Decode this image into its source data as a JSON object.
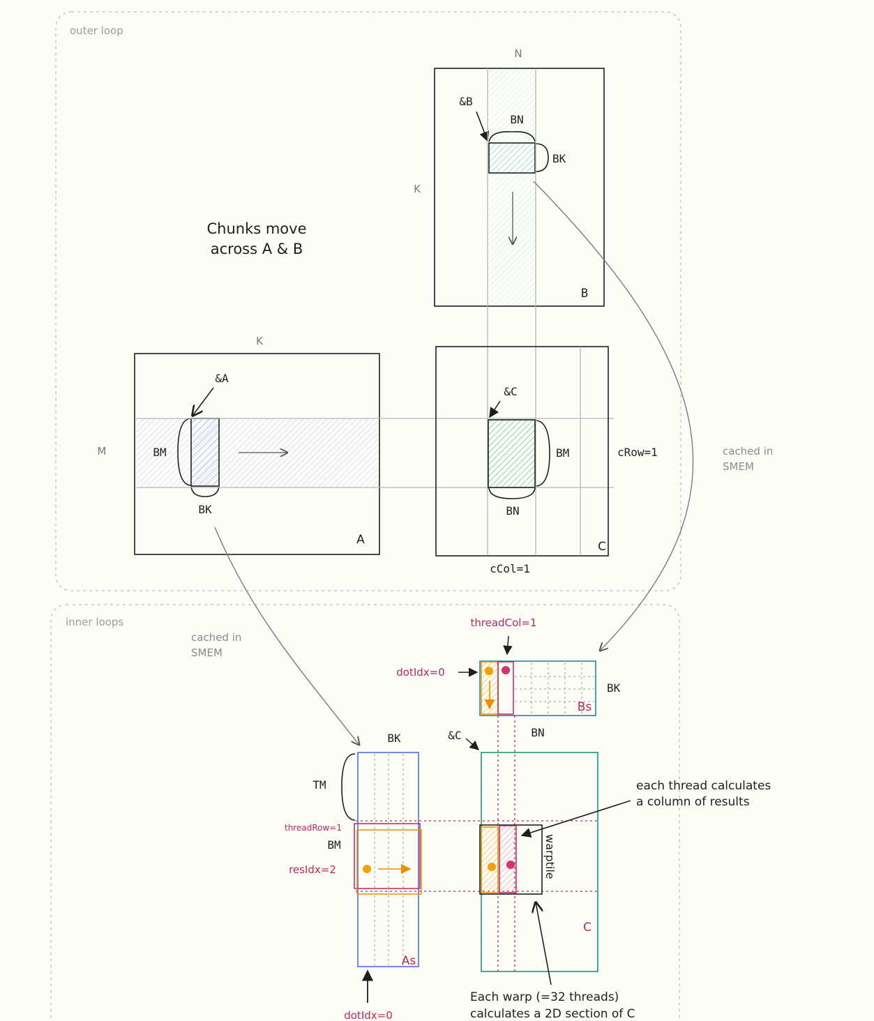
{
  "sections": {
    "outer_label": "outer loop",
    "inner_label": "inner loops"
  },
  "outer": {
    "caption_line1": "Chunks move",
    "caption_line2": "across A & B",
    "matrix_b": {
      "name": "B",
      "top_dim": "N",
      "side_dim": "K",
      "pointer": "&B",
      "tile_width": "BN",
      "tile_height": "BK"
    },
    "matrix_a": {
      "name": "A",
      "top_dim": "K",
      "side_dim": "M",
      "pointer": "&A",
      "tile_height": "BM",
      "tile_width": "BK"
    },
    "matrix_c": {
      "name": "C",
      "pointer": "&C",
      "tile_height": "BM",
      "tile_width": "BN",
      "row_label": "cRow=1",
      "col_label": "cCol=1"
    },
    "cache_b": [
      "cached in",
      "SMEM"
    ],
    "cache_a": [
      "cached in",
      "SMEM"
    ]
  },
  "inner": {
    "bs": {
      "name": "Bs",
      "height_label": "BK",
      "thread_col": "threadCol=1",
      "dot_idx": "dotIdx=0",
      "width_label": "BN"
    },
    "as": {
      "name": "As",
      "width_label": "BK",
      "tm_label": "TM",
      "thread_row": "threadRow=1",
      "bm_label": "BM",
      "res_idx": "resIdx=2",
      "dot_idx": "dotIdx=0"
    },
    "c": {
      "name": "C",
      "pointer": "&C",
      "warptile": "warptile"
    },
    "note_thread": [
      "each thread calculates",
      "a column of results"
    ],
    "note_warp": [
      "Each warp (=32 threads)",
      "calculates a 2D section of C"
    ]
  },
  "colors": {
    "ink": "#1e1e1e",
    "grey": "#8a8a8a",
    "crimson": "#c2255c",
    "orange": "#f08c00",
    "orange_fill": "#f59f00",
    "blue": "#4263eb",
    "teal": "#0c8599",
    "green": "#099268",
    "light_blue": "#a5d8ff",
    "light_teal": "#c3fae8"
  }
}
